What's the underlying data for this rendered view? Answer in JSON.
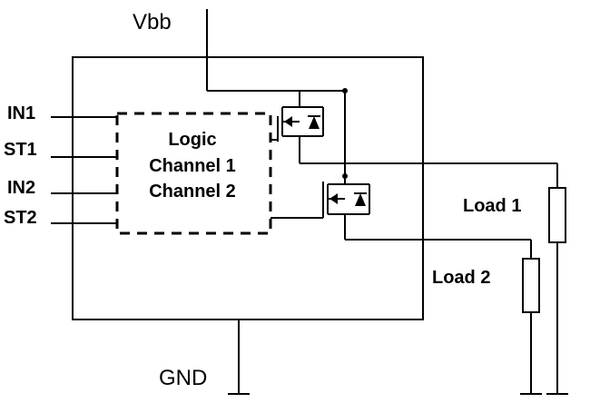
{
  "supply_label": "Vbb",
  "ground_label": "GND",
  "pins": {
    "in1": "IN1",
    "st1": "ST1",
    "in2": "IN2",
    "st2": "ST2"
  },
  "logic_block": {
    "line1": "Logic",
    "line2": "Channel 1",
    "line3": "Channel 2"
  },
  "loads": {
    "load1": "Load 1",
    "load2": "Load 2"
  }
}
